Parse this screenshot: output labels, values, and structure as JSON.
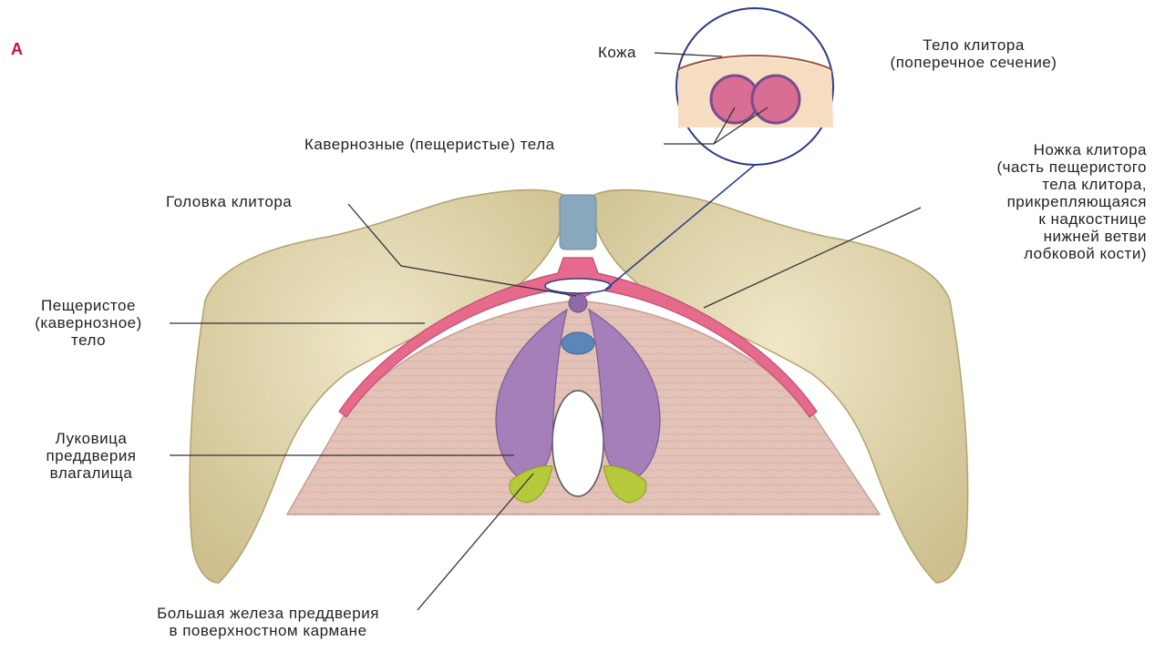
{
  "figure": {
    "panel_letter": "A",
    "colors": {
      "bone": "#e6dcb8",
      "bone_shadow": "#c9bb8a",
      "membrane": "#e3c2b8",
      "corpus_cavernosum": "#e66a8c",
      "bulb": "#a47fb9",
      "gland": "#b6c93a",
      "symphysis": "#8aa8bd",
      "inset_tissue": "#f6dcc0",
      "inset_circle_stroke": "#2b3a8a"
    }
  },
  "labels": {
    "skin": [
      "Кожа"
    ],
    "clitoris_body": [
      "Тело клитора",
      "(поперечное сечение)"
    ],
    "cavernous_bodies": [
      "Кавернозные (пещеристые) тела"
    ],
    "glans": [
      "Головка клитора"
    ],
    "crus": [
      "Ножка клитора",
      "(часть пещеристого",
      "тела клитора,",
      "прикрепляющаяся",
      "к надкостнице",
      "нижней ветви",
      "лобковой кости)"
    ],
    "corpus": [
      "Пещеристое",
      "(кавернозное)",
      "тело"
    ],
    "bulb": [
      "Луковица",
      "преддверия",
      "влагалища"
    ],
    "gland": [
      "Большая железа преддверия",
      "в поверхностном кармане"
    ]
  }
}
